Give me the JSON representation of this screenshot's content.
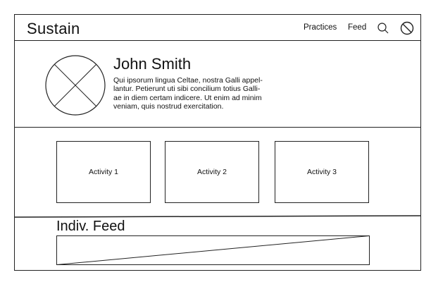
{
  "header": {
    "brand": "Sustain",
    "nav": {
      "practices": "Practices",
      "feed": "Feed"
    },
    "icons": {
      "search": "search-icon",
      "block": "no-entry-icon"
    }
  },
  "profile": {
    "name": "John Smith",
    "bio_lines": [
      "Qui ipsorum lingua Celtae, nostra Galli appel-",
      "lantur. Petierunt uti sibi concilium totius Galli-",
      "ae in diem certam indicere. Ut enim ad minim",
      "veniam, quis nostrud exercitation."
    ],
    "avatar_icon": "avatar-placeholder-icon"
  },
  "activities": [
    "Activity 1",
    "Activity 2",
    "Activity 3"
  ],
  "feed": {
    "title": "Indiv. Feed"
  }
}
